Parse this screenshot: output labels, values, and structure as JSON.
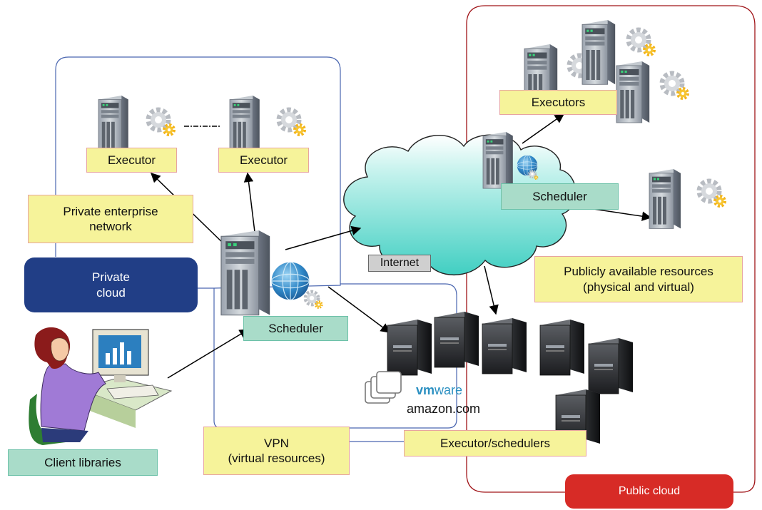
{
  "labels": {
    "executor_1": "Executor",
    "executor_2": "Executor",
    "executors": "Executors",
    "private_network": "Private enterprise\nnetwork",
    "private_cloud": "Private\ncloud",
    "scheduler_main": "Scheduler",
    "scheduler_cloud": "Scheduler",
    "internet": "Internet",
    "public_resources": "Publicly available resources\n(physical and virtual)",
    "vmware_vm": "vm",
    "vmware_ware": "ware",
    "amazon": "amazon.com",
    "vpn": "VPN\n(virtual resources)",
    "executor_schedulers": "Executor/schedulers",
    "client_libraries": "Client libraries",
    "public_cloud": "Public cloud"
  },
  "colors": {
    "label_yellow": "#f6f39a",
    "label_green": "#a9dcc9",
    "private_cloud": "#213e86",
    "public_cloud": "#d72b26",
    "cloud_fill": "#4fd7c9",
    "vmware_blue": "#2a8fc1",
    "public_border": "#a01418",
    "private_border": "#4a66b0"
  },
  "icons": [
    "server-icon",
    "gear-icon",
    "globe-icon",
    "internet-cloud",
    "blade-server-icon",
    "vmware-logo-icon",
    "user-at-computer-illustration"
  ]
}
